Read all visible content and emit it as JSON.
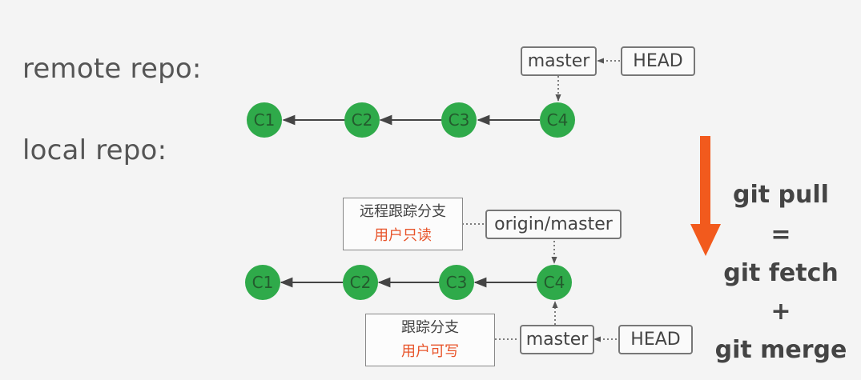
{
  "labels": {
    "remote": "remote repo:",
    "local": "local repo:"
  },
  "remote": {
    "commits": [
      "C1",
      "C2",
      "C3",
      "C4"
    ],
    "master": "master",
    "head": "HEAD"
  },
  "local": {
    "commits": [
      "C1",
      "C2",
      "C3",
      "C4"
    ],
    "origin_master": "origin/master",
    "master": "master",
    "head": "HEAD",
    "callout_remote_tracking": {
      "line1": "远程跟踪分支",
      "line2": "用户只读"
    },
    "callout_tracking": {
      "line1": "跟踪分支",
      "line2": "用户可写"
    }
  },
  "equation": {
    "pull": "git pull",
    "equals": "=",
    "fetch": "git fetch",
    "plus": "+",
    "merge": "git merge"
  },
  "colors": {
    "commit_fill": "#2faa4a",
    "arrow": "#f25a1d",
    "highlight_text": "#e8542a"
  }
}
